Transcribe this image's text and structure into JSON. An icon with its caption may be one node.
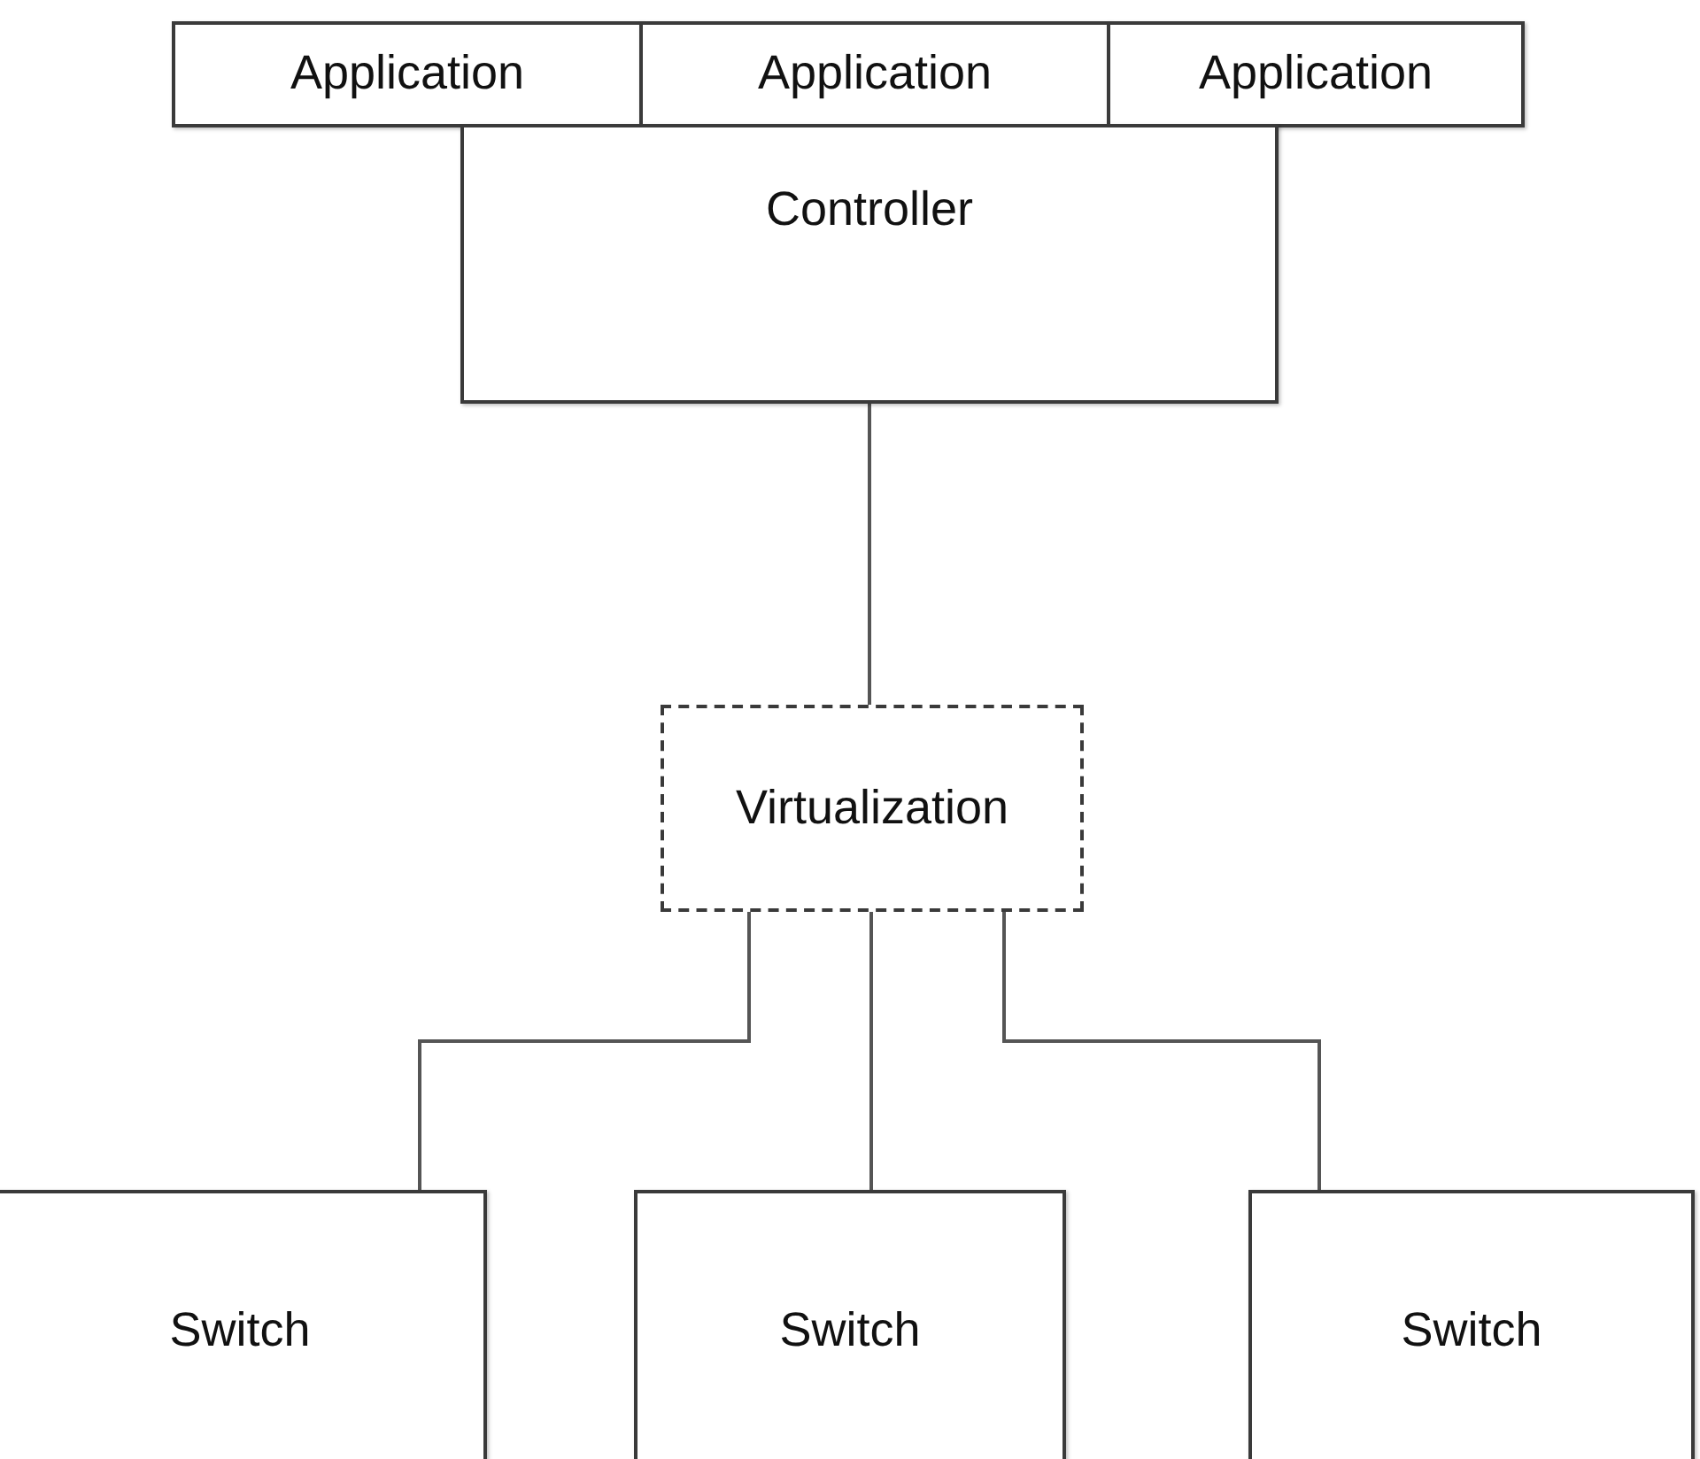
{
  "diagram": {
    "nodes": [
      {
        "text": [
          "Application"
        ]
      },
      {
        "text": [
          "Application"
        ]
      },
      {
        "text": [
          "Application"
        ]
      },
      {
        "text": [
          "Controller"
        ]
      },
      {
        "text": [
          "Virtualization"
        ]
      },
      {
        "text": [
          "Switch"
        ]
      },
      {
        "text": [
          "Switch"
        ]
      },
      {
        "text": [
          "Switch"
        ]
      }
    ],
    "edges": [
      {
        "from": 3,
        "to": 4,
        "arrow": "none"
      },
      {
        "from": 4,
        "to": 5,
        "arrow": "none"
      },
      {
        "from": 4,
        "to": 6,
        "arrow": "none"
      },
      {
        "from": 4,
        "to": 7,
        "arrow": "none"
      }
    ]
  }
}
